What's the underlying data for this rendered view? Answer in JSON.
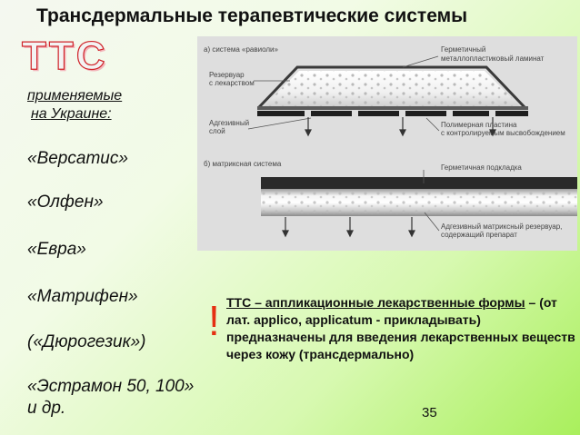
{
  "slide": {
    "title": "Трансдермальные терапевтические системы",
    "ttc_logo": "ТТС",
    "used_line1": "применяемые",
    "used_line2": "на Украине:",
    "drugs": [
      "«Версатис»",
      "«Олфен»",
      "«Евра»",
      "«Матрифен»",
      "(«Дюрогезик»)"
    ],
    "drug_last_line1": "«Эстрамон 50, 100»",
    "drug_last_line2": "и др.",
    "exclamation": "!",
    "definition_term": "ТТС – аппликационные лекарственные формы",
    "definition_rest": " – (от лат. applico, applicatum - прикладывать) предназначены для введения лекарственных веществ через кожу (трансдермально)",
    "page_number": "35"
  },
  "figure": {
    "a_title": "а) система «равиоли»",
    "a_reservoir1": "Резервуар",
    "a_reservoir2": "с лекарством",
    "a_laminate1": "Герметичный",
    "a_laminate2": "металлопластиковый ламинат",
    "a_adhesive1": "Адгезивный",
    "a_adhesive2": "слой",
    "a_polymer1": "Полимерная пластина",
    "a_polymer2": "с контролируемым высвобождением",
    "b_title": "б) матриксная система",
    "b_backing": "Герметичная подкладка",
    "b_matrix1": "Адгезивный матриксный резервуар,",
    "b_matrix2": "содержащий препарат"
  }
}
